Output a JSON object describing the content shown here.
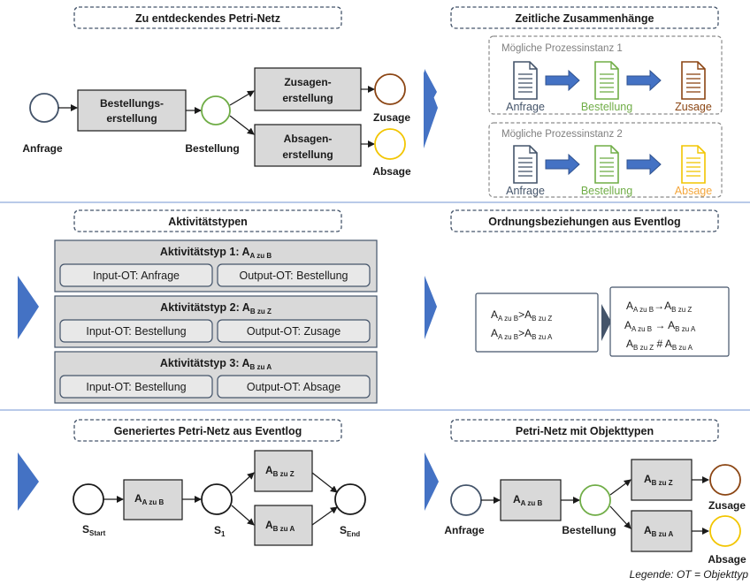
{
  "panels": {
    "p1": "Zu entdeckendes Petri-Netz",
    "p2": "Zeitliche Zusammenhänge",
    "p3": "Aktivitätstypen",
    "p4": "Ordnungsbeziehungen aus Eventlog",
    "p5": "Generiertes Petri-Netz aus Eventlog",
    "p6": "Petri-Netz mit Objekttypen"
  },
  "net1": {
    "anfrage": "Anfrage",
    "bestellung": "Bestellung",
    "zusage": "Zusage",
    "absage": "Absage",
    "t1_l1": "Bestellungs-",
    "t1_l2": "erstellung",
    "t2_l1": "Zusagen-",
    "t2_l2": "erstellung",
    "t3_l1": "Absagen-",
    "t3_l2": "erstellung"
  },
  "instances": [
    {
      "title": "Mögliche Prozessinstanz 1",
      "docs": [
        "Anfrage",
        "Bestellung",
        "Zusage"
      ]
    },
    {
      "title": "Mögliche Prozessinstanz 2",
      "docs": [
        "Anfrage",
        "Bestellung",
        "Absage"
      ]
    }
  ],
  "activity_types": [
    {
      "title": "Aktivitätstyp 1: A",
      "sub": "A zu B",
      "input": "Input-OT: Anfrage",
      "output": "Output-OT: Bestellung"
    },
    {
      "title": "Aktivitätstyp 2: A",
      "sub": "B zu Z",
      "input": "Input-OT: Bestellung",
      "output": "Output-OT: Zusage"
    },
    {
      "title": "Aktivitätstyp 3: A",
      "sub": "B zu A",
      "input": "Input-OT: Bestellung",
      "output": "Output-OT: Absage"
    }
  ],
  "relations": {
    "base": "A",
    "rel_symbol": ">",
    "causal_symbol": "→",
    "parallel_symbol": "#",
    "sub_azb": "A zu B",
    "sub_bzz": "B zu Z",
    "sub_bza": "B zu A"
  },
  "net2": {
    "s_start": "S",
    "s_start_sub": "Start",
    "s1": "S",
    "s1_sub": "1",
    "s_end": "S",
    "s_end_sub": "End",
    "t_base": "A",
    "t1_sub": "A zu B",
    "t2_sub": "B zu Z",
    "t3_sub": "B zu A"
  },
  "net3": {
    "anfrage": "Anfrage",
    "bestellung": "Bestellung",
    "zusage": "Zusage",
    "absage": "Absage",
    "t_base": "A",
    "t1_sub": "A zu B",
    "t2_sub": "B zu Z",
    "t3_sub": "B zu A"
  },
  "legend": "Legende: OT = Objekttyp",
  "colors": {
    "blue": "#4472c4",
    "green": "#70ad47",
    "brown": "#8b4513",
    "yellow": "#f2c500",
    "slate": "#44546a",
    "orange": "#f4a63b"
  }
}
